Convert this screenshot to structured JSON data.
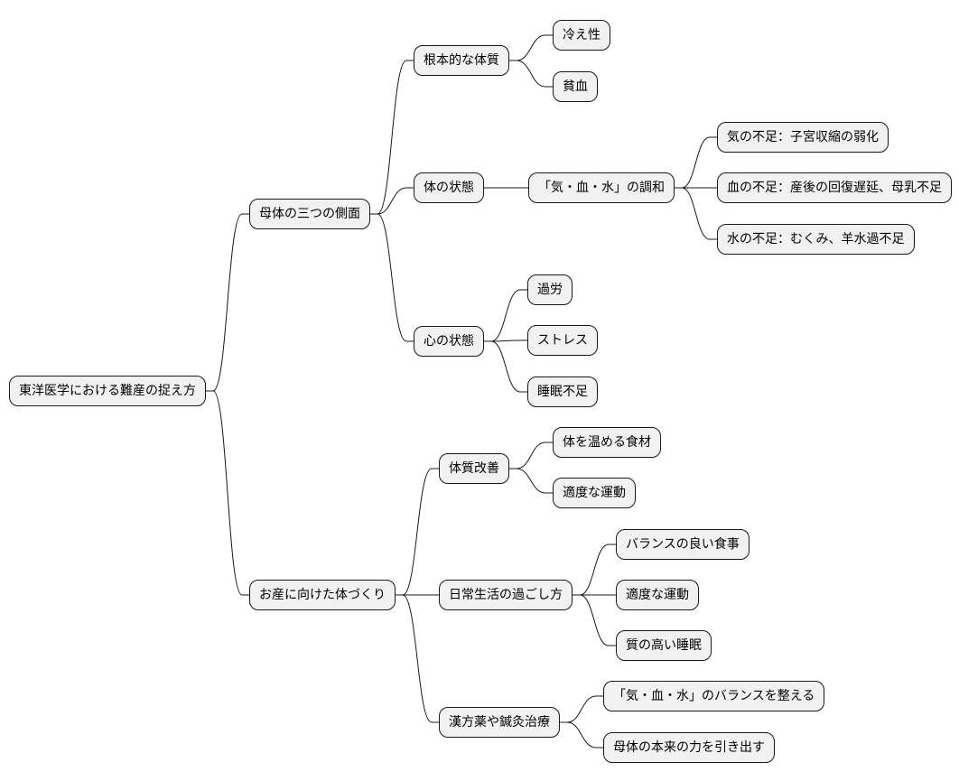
{
  "root": {
    "label": "東洋医学における難産の捉え方",
    "children": [
      {
        "label": "母体の三つの側面",
        "children": [
          {
            "label": "根本的な体質",
            "children": [
              {
                "label": "冷え性"
              },
              {
                "label": "貧血"
              }
            ]
          },
          {
            "label": "体の状態",
            "children": [
              {
                "label": "「気・血・水」の調和",
                "children": [
                  {
                    "label": "気の不足：子宮収縮の弱化"
                  },
                  {
                    "label": "血の不足：産後の回復遅延、母乳不足"
                  },
                  {
                    "label": "水の不足：むくみ、羊水過不足"
                  }
                ]
              }
            ]
          },
          {
            "label": "心の状態",
            "children": [
              {
                "label": "過労"
              },
              {
                "label": "ストレス"
              },
              {
                "label": "睡眠不足"
              }
            ]
          }
        ]
      },
      {
        "label": "お産に向けた体づくり",
        "children": [
          {
            "label": "体質改善",
            "children": [
              {
                "label": "体を温める食材"
              },
              {
                "label": "適度な運動"
              }
            ]
          },
          {
            "label": "日常生活の過ごし方",
            "children": [
              {
                "label": "バランスの良い食事"
              },
              {
                "label": "適度な運動"
              },
              {
                "label": "質の高い睡眠"
              }
            ]
          },
          {
            "label": "漢方薬や鍼灸治療",
            "children": [
              {
                "label": "「気・血・水」のバランスを整える"
              },
              {
                "label": "母体の本来の力を引き出す"
              }
            ]
          }
        ]
      }
    ]
  }
}
